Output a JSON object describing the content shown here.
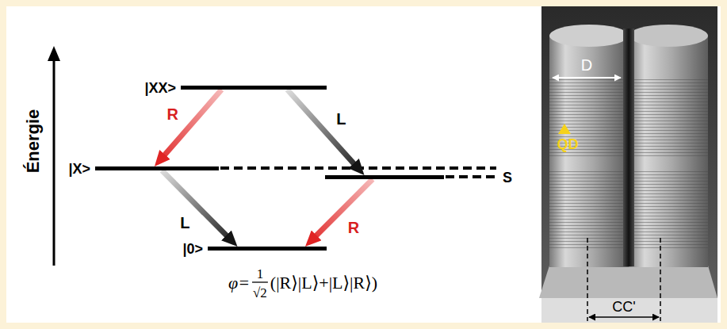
{
  "diagram": {
    "nodes": [
      {
        "text": [
          "|XX>"
        ]
      },
      {
        "text": [
          "|X>"
        ]
      },
      {
        "text": [
          "S"
        ]
      },
      {
        "text": [
          "|0>"
        ]
      }
    ],
    "edges": [
      {
        "from": 0,
        "to": 1,
        "arrow": "to",
        "label": "R"
      },
      {
        "from": 0,
        "to": 2,
        "arrow": "to",
        "label": "L"
      },
      {
        "from": 1,
        "to": 3,
        "arrow": "to",
        "label": "L"
      },
      {
        "from": 2,
        "to": 3,
        "arrow": "to",
        "label": "R"
      }
    ],
    "labels": [
      "Énergie",
      "φ=",
      "1",
      "√2",
      "(|R⟩|L⟩+|L⟩|R⟩)",
      "D",
      "QD",
      "CC'"
    ]
  }
}
